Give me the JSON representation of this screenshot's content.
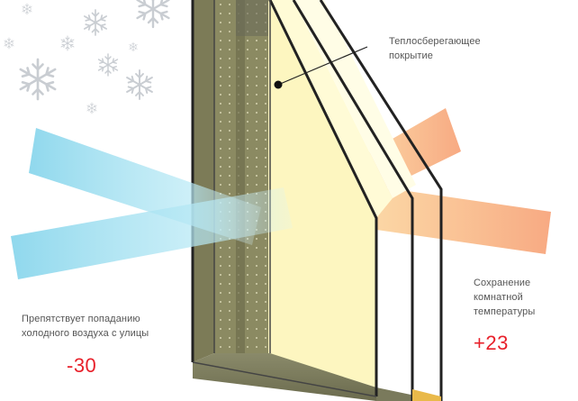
{
  "labels": {
    "coating": [
      "Теплосберегающее",
      "покрытие"
    ],
    "cold_air": [
      "Препятствует попаданию",
      "холодного воздуха с улицы"
    ],
    "room_temp": [
      "Сохранение",
      "комнатной",
      "температуры"
    ]
  },
  "temperatures": {
    "outside": "-30",
    "inside": "+23"
  },
  "colors": {
    "temperature_text": "#e8202a",
    "label_text": "#555555",
    "cold_beam": "#8ad6ec",
    "warm_beam": "#f7a57c",
    "snowflake": "#c9cdd2"
  }
}
